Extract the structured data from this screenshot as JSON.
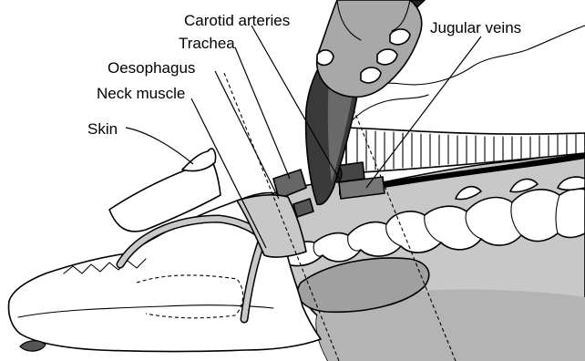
{
  "labels": {
    "carotid": "Carotid arteries",
    "trachea": "Trachea",
    "oesophagus": "Oesophagus",
    "neck_muscle": "Neck muscle",
    "skin": "Skin",
    "jugular": "Jugular veins"
  },
  "colors": {
    "body_fill": "#c8c8c8",
    "body_dark": "#9a9a9a",
    "bone_fill": "#ffffff",
    "knife_blade": "#3a3a3a",
    "hand_fill": "#a8a8a8",
    "ink": "#000000"
  }
}
